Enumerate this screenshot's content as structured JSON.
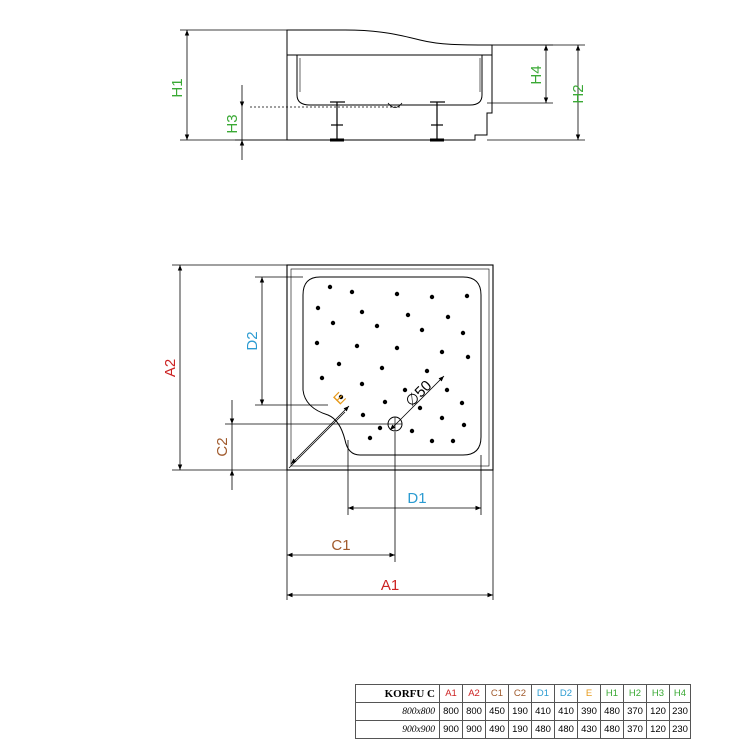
{
  "labels": {
    "H1": "H1",
    "H2": "H2",
    "H3": "H3",
    "H4": "H4",
    "A1": "A1",
    "A2": "A2",
    "C1": "C1",
    "C2": "C2",
    "D1": "D1",
    "D2": "D2",
    "E": "E",
    "drain": "∅50"
  },
  "colors": {
    "A": "#cc2222",
    "C": "#a05a2c",
    "D": "#2b9bd1",
    "E": "#e79a1b",
    "H": "#3aa935",
    "line": "#000000"
  },
  "table": {
    "model": "KORFU C",
    "columns": [
      "A1",
      "A2",
      "C1",
      "C2",
      "D1",
      "D2",
      "E",
      "H1",
      "H2",
      "H3",
      "H4"
    ],
    "column_colors": [
      "#cc2222",
      "#cc2222",
      "#a05a2c",
      "#a05a2c",
      "#2b9bd1",
      "#2b9bd1",
      "#e79a1b",
      "#3aa935",
      "#3aa935",
      "#3aa935",
      "#3aa935"
    ],
    "rows": [
      {
        "size": "800x800",
        "values": [
          "800",
          "800",
          "450",
          "190",
          "410",
          "410",
          "390",
          "480",
          "370",
          "120",
          "230"
        ]
      },
      {
        "size": "900x900",
        "values": [
          "900",
          "900",
          "490",
          "190",
          "480",
          "480",
          "430",
          "480",
          "370",
          "120",
          "230"
        ]
      }
    ]
  }
}
